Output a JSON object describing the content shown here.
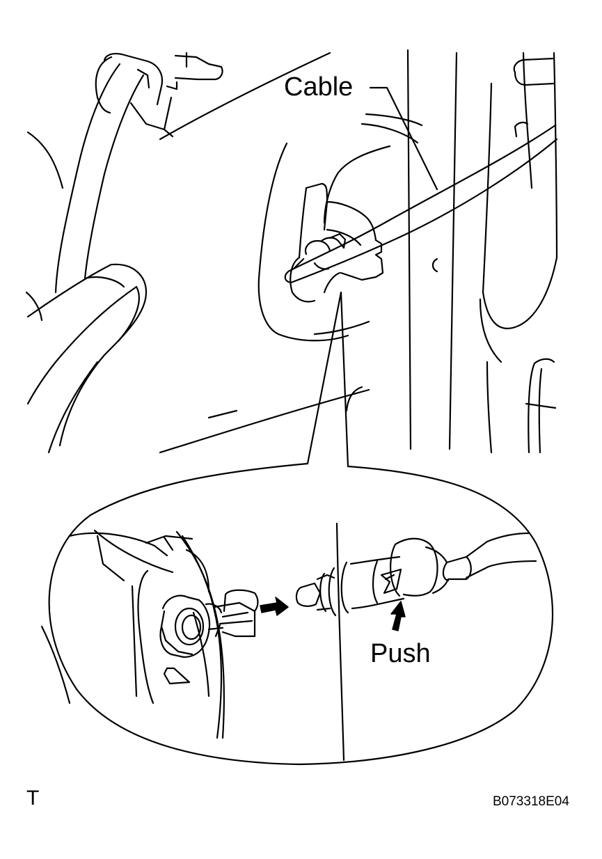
{
  "labels": {
    "cable": "Cable",
    "push": "Push"
  },
  "footer": {
    "view_code": "T",
    "figure_code": "B073318E04"
  },
  "colors": {
    "line": "#000000",
    "background": "#ffffff"
  },
  "icons": [
    "arrow-right-icon",
    "arrow-up-icon"
  ]
}
